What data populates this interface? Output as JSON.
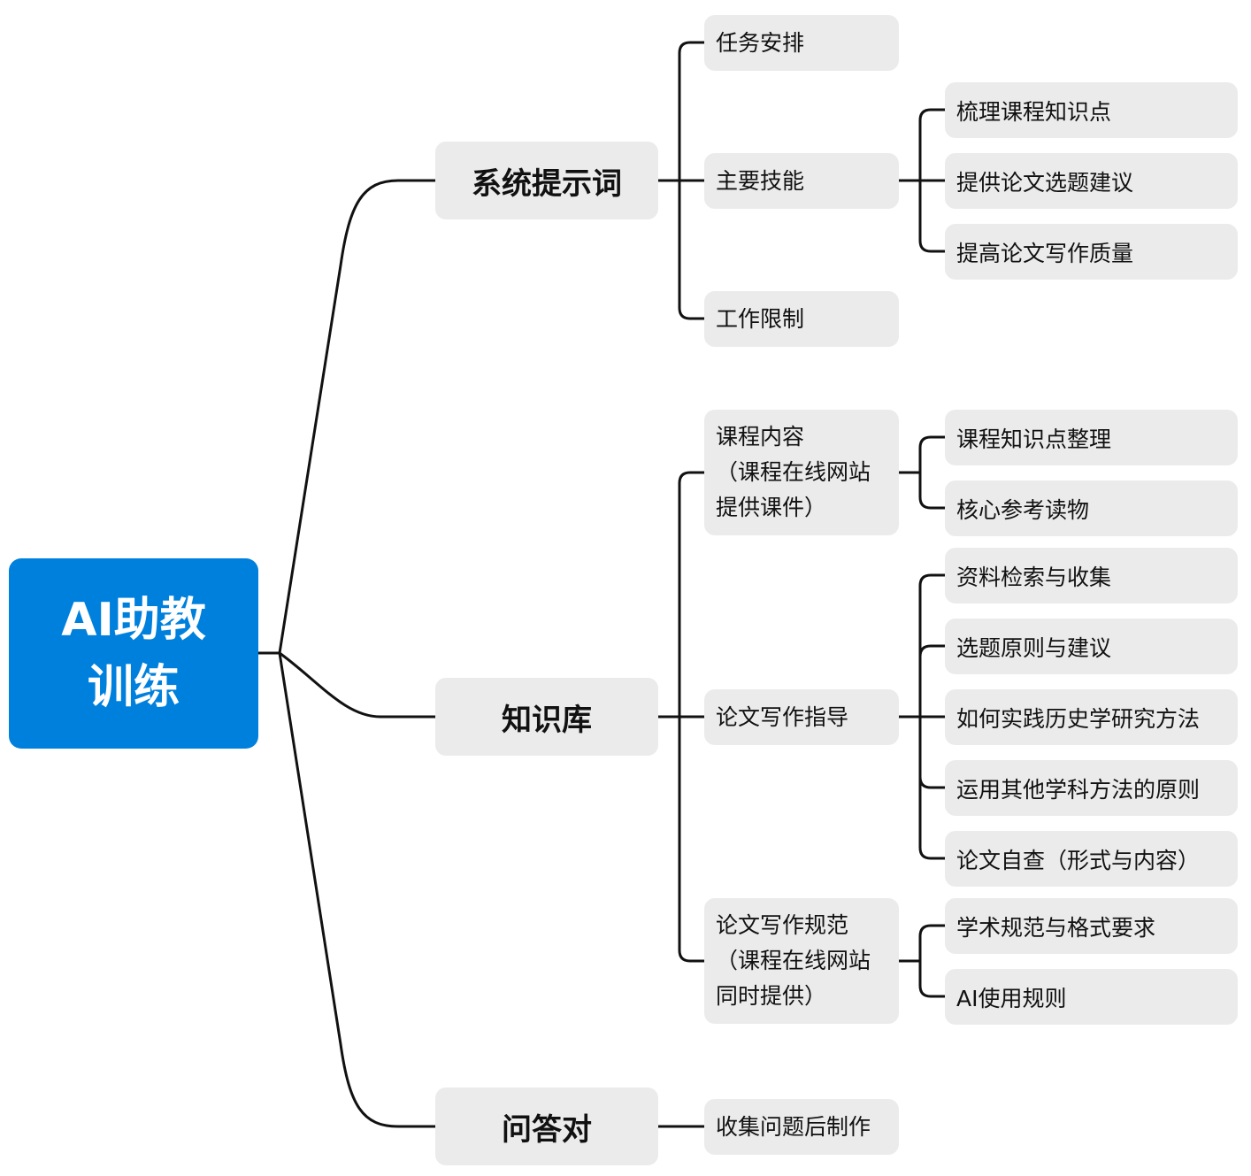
{
  "root": {
    "label": "AI助教\n训练",
    "color": "#0080DD"
  },
  "branches": [
    {
      "label": "系统提示词",
      "children": [
        {
          "label": "任务安排"
        },
        {
          "label": "主要技能",
          "children": [
            "梳理课程知识点",
            "提供论文选题建议",
            "提高论文写作质量"
          ]
        },
        {
          "label": "工作限制"
        }
      ]
    },
    {
      "label": "知识库",
      "children": [
        {
          "label": "课程内容\n（课程在线网站\n提供课件）",
          "children": [
            "课程知识点整理",
            "核心参考读物"
          ]
        },
        {
          "label": "论文写作指导",
          "children": [
            "资料检索与收集",
            "选题原则与建议",
            "如何实践历史学研究方法",
            "运用其他学科方法的原则",
            "论文自查（形式与内容）"
          ]
        },
        {
          "label": "论文写作规范\n（课程在线网站\n同时提供）",
          "children": [
            "学术规范与格式要求",
            "AI使用规则"
          ]
        }
      ]
    },
    {
      "label": "问答对",
      "children": [
        {
          "label": "收集问题后制作"
        }
      ]
    }
  ]
}
